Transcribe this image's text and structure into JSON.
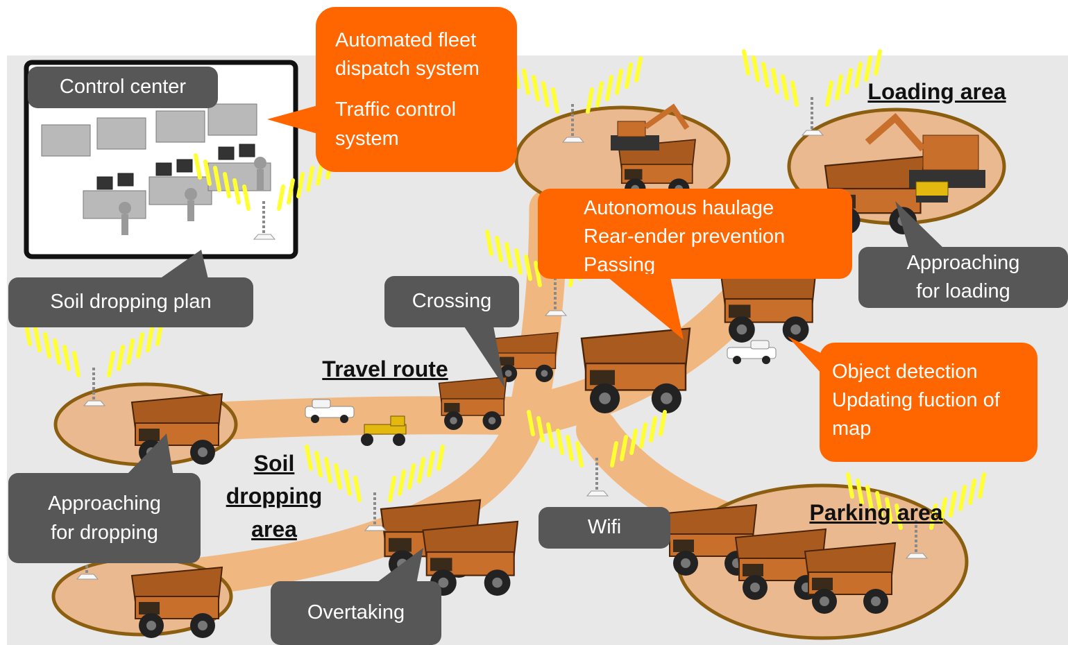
{
  "callouts": {
    "control_center": "Control center",
    "fleet_dispatch": "Automated fleet dispatch system",
    "traffic_control": "Traffic control system",
    "autonomous": [
      "Autonomous haulage",
      "Rear-ender prevention",
      "Passing"
    ],
    "object_detection": [
      "Object detection",
      "Updating fuction of map"
    ],
    "soil_dropping_plan": "Soil dropping plan",
    "crossing": "Crossing",
    "approaching_loading": [
      "Approaching",
      "for loading"
    ],
    "approaching_dropping": [
      "Approaching",
      "for dropping"
    ],
    "wifi": "Wifi",
    "overtaking": "Overtaking"
  },
  "areas": {
    "loading": "Loading area",
    "travel_route": "Travel route",
    "soil_dropping": [
      "Soil",
      "dropping",
      "area"
    ],
    "parking": "Parking area"
  },
  "colors": {
    "callout_orange": "#ff6600",
    "callout_gray": "#575757",
    "background": "#e8e8e8",
    "route": "#f0b880",
    "area_fill": "#ebb98f",
    "area_ring": "#8b5e10",
    "truck": "#c86f2c",
    "wifi_waves": "#ffff33"
  }
}
